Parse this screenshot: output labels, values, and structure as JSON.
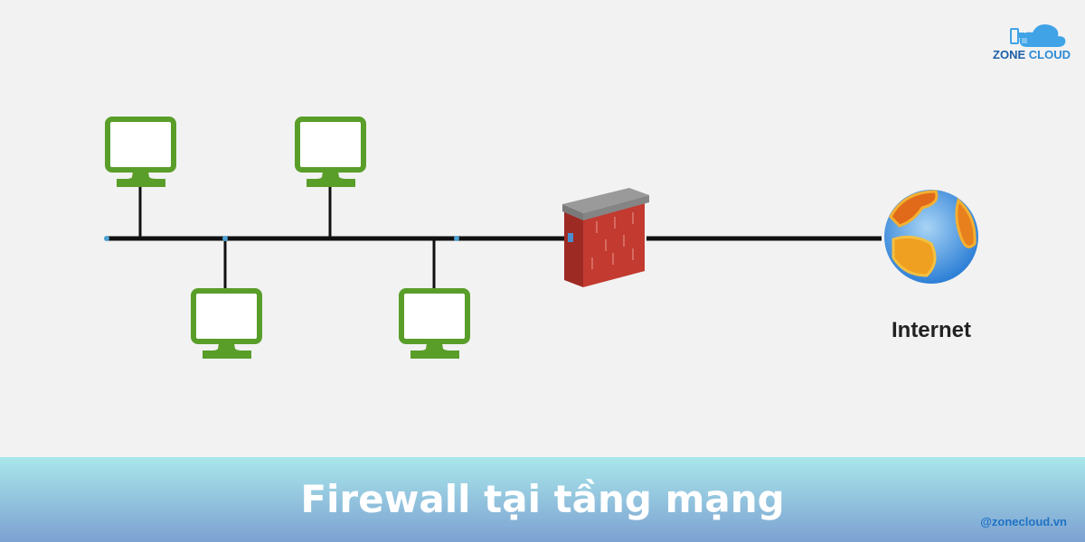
{
  "logo": {
    "word1": "ZONE",
    "word2": "CLOUD"
  },
  "diagram": {
    "internet_label": "Internet",
    "computers": [
      "pc-1",
      "pc-2",
      "pc-3",
      "pc-4"
    ]
  },
  "banner": {
    "title": "Firewall tại tầng mạng",
    "handle": "@zonecloud.vn"
  },
  "colors": {
    "monitor": "#5a9e2a",
    "firewall": "#b8332c",
    "banner_top": "#a9e7eb",
    "banner_bottom": "#7ca1d1"
  }
}
